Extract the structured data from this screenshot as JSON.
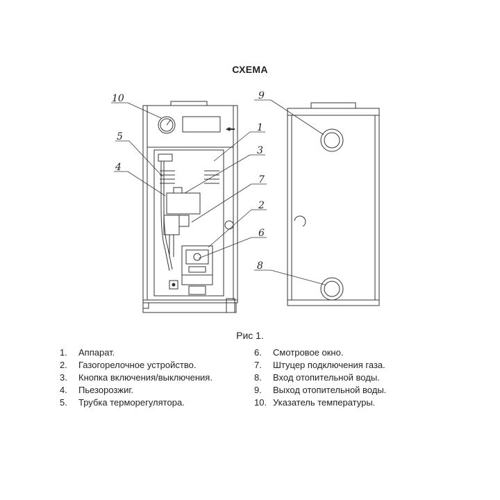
{
  "title": "СХЕМА",
  "figure_caption": "Рис 1.",
  "callouts": {
    "c1": "1",
    "c2": "2",
    "c3": "3",
    "c4": "4",
    "c5": "5",
    "c6": "6",
    "c7": "7",
    "c8": "8",
    "c9": "9",
    "c10": "10"
  },
  "legend_left": [
    {
      "num": "1.",
      "text": "Аппарат."
    },
    {
      "num": "2.",
      "text": "Газогорелочное устройство."
    },
    {
      "num": "3.",
      "text": "Кнопка включения/выключения."
    },
    {
      "num": "4.",
      "text": "Пьезорозжиг."
    },
    {
      "num": "5.",
      "text": "Трубка терморегулятора."
    }
  ],
  "legend_right": [
    {
      "num": "6.",
      "text": "Смотровое окно."
    },
    {
      "num": "7.",
      "text": "Штуцер подключения газа."
    },
    {
      "num": "8.",
      "text": "Вход отопительной воды."
    },
    {
      "num": "9.",
      "text": "Выход отопительной воды."
    },
    {
      "num": "10.",
      "text": "Указатель температуры."
    }
  ]
}
